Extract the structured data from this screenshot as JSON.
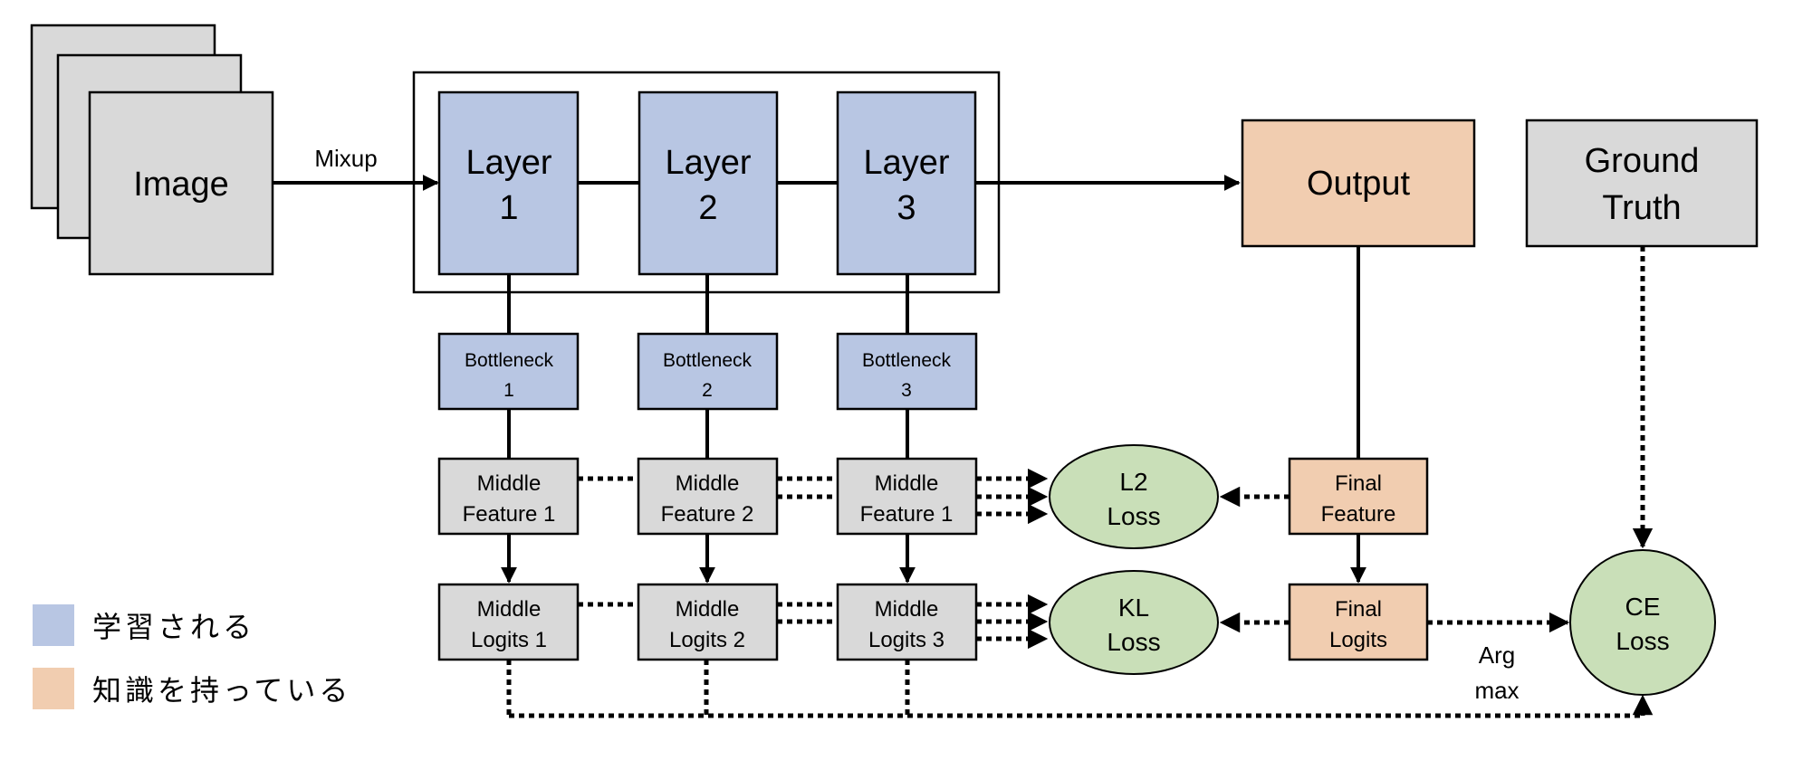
{
  "colors": {
    "learned": "#B8C6E3",
    "knowledge": "#F1CDB0",
    "loss": "#C9DFB8",
    "neutral": "#D9D9D9",
    "stroke": "#000000"
  },
  "input": {
    "label": "Image"
  },
  "edge_labels": {
    "mixup": "Mixup",
    "argmax_line1": "Arg",
    "argmax_line2": "max"
  },
  "layers": [
    {
      "line1": "Layer",
      "line2": "1"
    },
    {
      "line1": "Layer",
      "line2": "2"
    },
    {
      "line1": "Layer",
      "line2": "3"
    }
  ],
  "bottlenecks": [
    {
      "line1": "Bottleneck",
      "line2": "1"
    },
    {
      "line1": "Bottleneck",
      "line2": "2"
    },
    {
      "line1": "Bottleneck",
      "line2": "3"
    }
  ],
  "middle_features": [
    {
      "line1": "Middle",
      "line2": "Feature 1"
    },
    {
      "line1": "Middle",
      "line2": "Feature 2"
    },
    {
      "line1": "Middle",
      "line2": "Feature 1"
    }
  ],
  "middle_logits": [
    {
      "line1": "Middle",
      "line2": "Logits 1"
    },
    {
      "line1": "Middle",
      "line2": "Logits 2"
    },
    {
      "line1": "Middle",
      "line2": "Logits 3"
    }
  ],
  "output": {
    "label": "Output"
  },
  "ground_truth": {
    "line1": "Ground",
    "line2": "Truth"
  },
  "final_feature": {
    "line1": "Final",
    "line2": "Feature"
  },
  "final_logits": {
    "line1": "Final",
    "line2": "Logits"
  },
  "losses": {
    "l2": {
      "line1": "L2",
      "line2": "Loss"
    },
    "kl": {
      "line1": "KL",
      "line2": "Loss"
    },
    "ce": {
      "line1": "CE",
      "line2": "Loss"
    }
  },
  "legend": [
    {
      "label": "学習される",
      "color_key": "learned"
    },
    {
      "label": "知識を持っている",
      "color_key": "knowledge"
    }
  ]
}
